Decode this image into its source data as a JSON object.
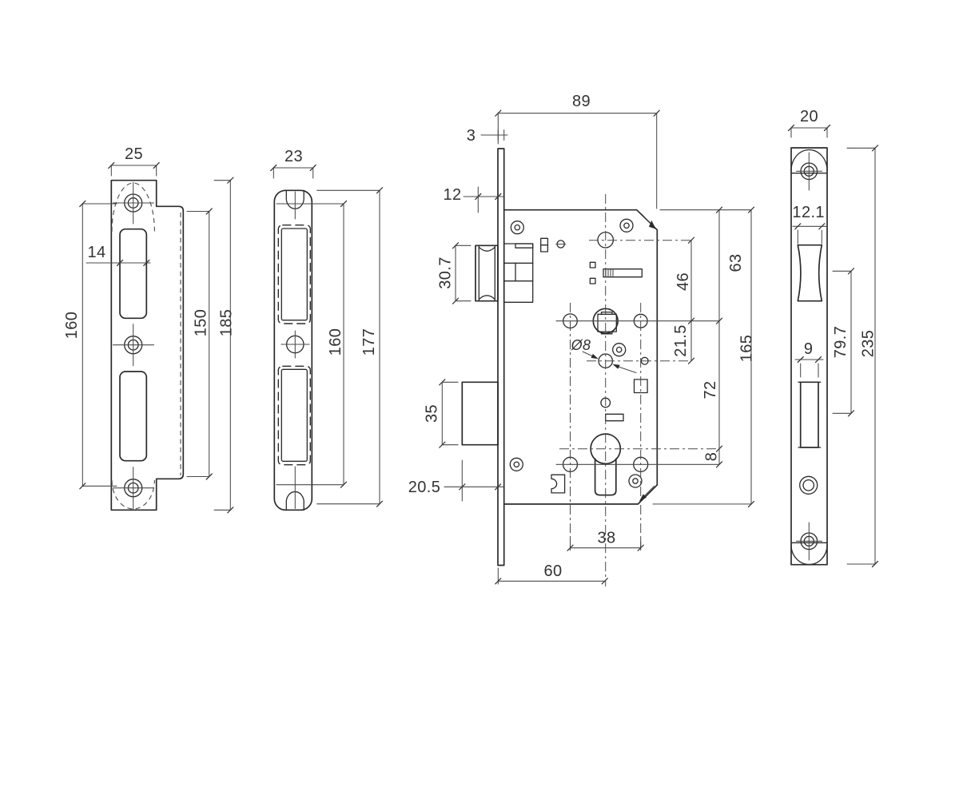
{
  "colors": {
    "background": "#ffffff",
    "line": "#2b2b2b",
    "dim_line": "#4a4a4a",
    "text": "#333333"
  },
  "strike_plate": {
    "width": "25",
    "slot_width": "14",
    "screw_span": "160",
    "lip_length": "150",
    "overall_length": "185"
  },
  "dust_box": {
    "width": "23",
    "notch_span": "160",
    "overall_length": "177"
  },
  "lock_body": {
    "overall_depth": "89",
    "faceplate_thickness": "3",
    "latch_projection": "12",
    "latch_height": "30.7",
    "deadbolt_height": "35",
    "deadbolt_projection": "20.5",
    "spindle_hole": "Ø8",
    "edge_to_follower": "63",
    "hub_to_follower": "46",
    "follower_to_hub": "21.5",
    "follower_to_cylinder": "72",
    "cylinder_drop": "8",
    "case_length": "165",
    "hole_pitch": "38",
    "backset": "60"
  },
  "face_plate": {
    "width": "20",
    "latch_cut_width": "12.1",
    "bolt_cut_width": "9",
    "cut_centres": "79.7",
    "overall_length": "235"
  }
}
